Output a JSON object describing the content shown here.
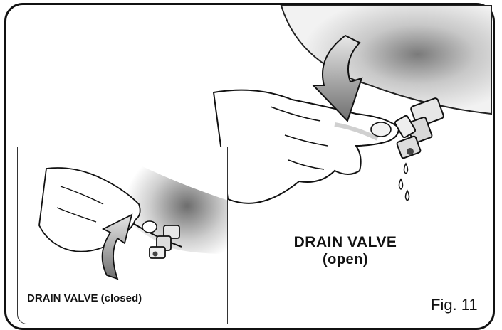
{
  "labels": {
    "open_line1": "DRAIN VALVE",
    "open_line2": "(open)",
    "closed": "DRAIN VALVE (closed)",
    "figure": "Fig. 11"
  },
  "icons": {
    "main_arrow": "curved-down-arrow-icon",
    "inset_arrow": "curved-up-arrow-icon"
  }
}
